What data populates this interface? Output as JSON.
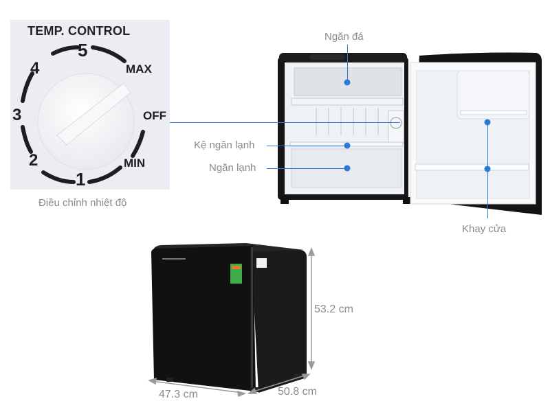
{
  "dial": {
    "title": "TEMP. CONTROL",
    "marks": [
      "1",
      "2",
      "3",
      "4",
      "5"
    ],
    "max_label": "MAX",
    "off_label": "OFF",
    "min_label": "MIN",
    "caption": "Điều chỉnh nhiệt độ"
  },
  "callouts": {
    "freezer": "Ngăn đá",
    "shelf": "Kệ ngăn lạnh",
    "fridge": "Ngăn lạnh",
    "door_tray": "Khay cửa"
  },
  "dimensions": {
    "height": "53.2 cm",
    "width": "47.3 cm",
    "depth": "50.8 cm"
  },
  "colors": {
    "accent": "#2a79d8",
    "label": "#8a8a8a",
    "fridge_body": "#141414"
  }
}
